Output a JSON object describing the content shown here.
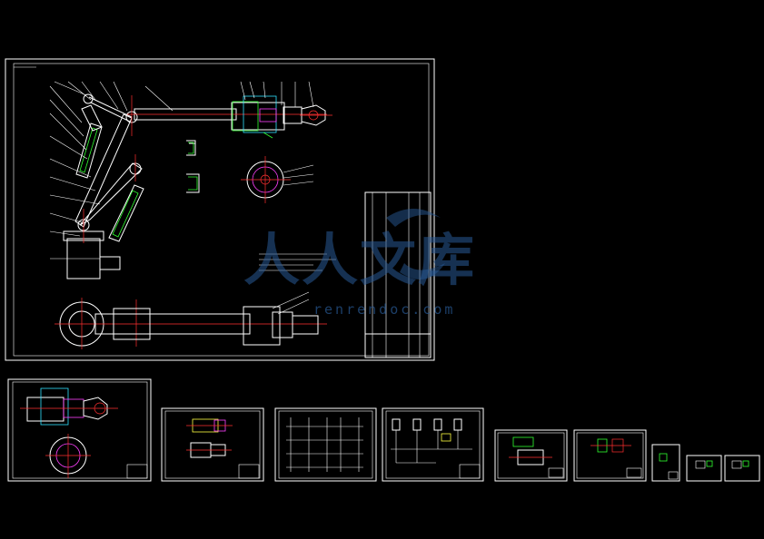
{
  "app": {
    "background": "#000000"
  },
  "watermark": {
    "text": "人人文库",
    "url": "renrendoc.com",
    "color": "#285a96"
  },
  "colors": {
    "frame": "#ffffff",
    "centerline": "#ff3030",
    "accent_green": "#30ff30",
    "accent_cyan": "#30e0ff",
    "accent_yellow": "#ffff40",
    "accent_magenta": "#ff40ff"
  },
  "sheets": [
    {
      "id": "main-assembly"
    },
    {
      "id": "wrist-detail"
    },
    {
      "id": "part-drawing-1"
    },
    {
      "id": "electrical-table"
    },
    {
      "id": "hydraulic-schematic"
    },
    {
      "id": "part-drawing-2"
    },
    {
      "id": "part-drawing-3"
    },
    {
      "id": "part-drawing-4"
    },
    {
      "id": "part-drawing-5"
    },
    {
      "id": "part-drawing-6"
    }
  ]
}
